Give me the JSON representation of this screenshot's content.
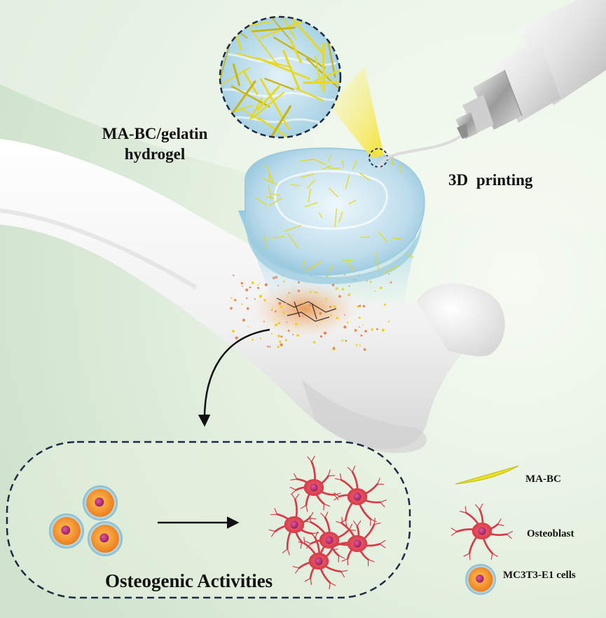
{
  "labels": {
    "hydrogel_line1": "MA-BC/gelatin",
    "hydrogel_line2": "hydrogel",
    "printing": "3D  printing",
    "activities": "Osteogenic Activities"
  },
  "legend": {
    "mabc": "MA-BC",
    "osteoblast": "Osteoblast",
    "cells": "MC3T3-E1 cells"
  },
  "colors": {
    "background": "#dfeedd",
    "fiber": "#e8e020",
    "hydrogel": "#bfe0ee",
    "cell_nucleus": "#c0307a",
    "cell_body": "#f39a2a",
    "osteoblast": "#e0404e",
    "dashed_border": "#1f2a44"
  },
  "icons": {
    "printer": "syringe-nozzle-icon",
    "bone": "femur-bone-icon"
  }
}
